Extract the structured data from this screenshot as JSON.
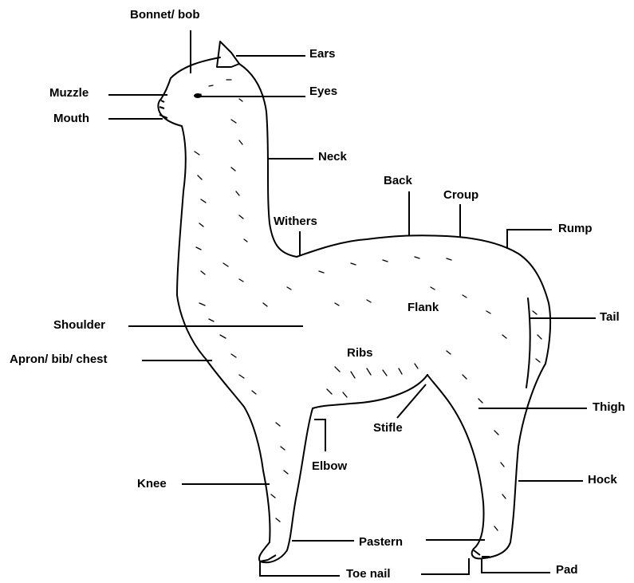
{
  "diagram": {
    "subject": "alpaca",
    "line_color": "#000000",
    "labels": {
      "bonnet": "Bonnet/ bob",
      "ears": "Ears",
      "muzzle": "Muzzle",
      "eyes": "Eyes",
      "mouth": "Mouth",
      "neck": "Neck",
      "back": "Back",
      "croup": "Croup",
      "withers": "Withers",
      "rump": "Rump",
      "flank": "Flank",
      "shoulder": "Shoulder",
      "tail": "Tail",
      "ribs": "Ribs",
      "apron": "Apron/ bib/ chest",
      "thigh": "Thigh",
      "stifle": "Stifle",
      "elbow": "Elbow",
      "knee": "Knee",
      "hock": "Hock",
      "pastern": "Pastern",
      "toe_nail": "Toe nail",
      "pad": "Pad"
    }
  }
}
